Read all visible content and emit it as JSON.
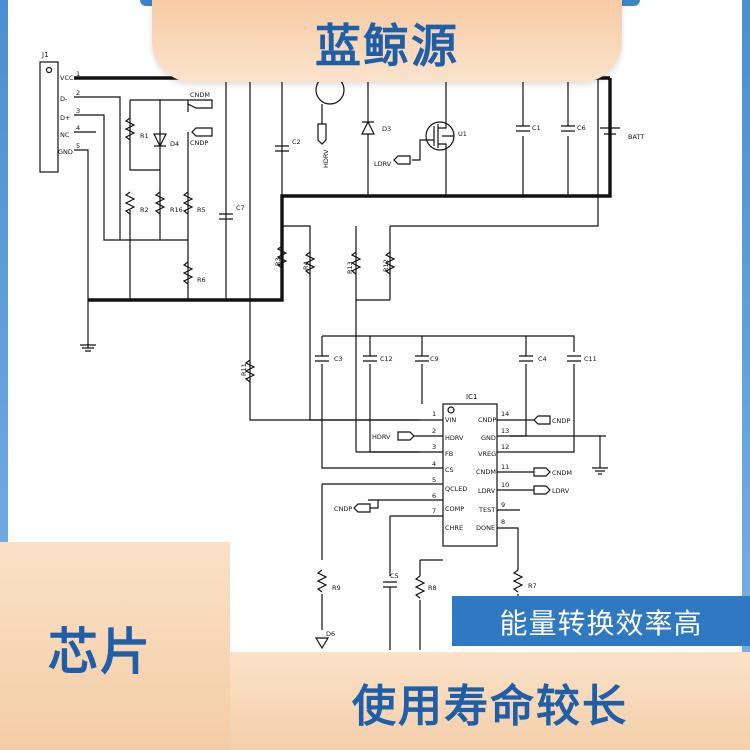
{
  "banner": {
    "title": "蓝鲸源"
  },
  "bottom_left": {
    "label": "芯片"
  },
  "bottom_right": {
    "feature_1": "能量转换效率高",
    "feature_2": "使用寿命较长"
  },
  "schematic": {
    "j1": {
      "ref": "J1",
      "pins": [
        {
          "num": "1",
          "name": "VCC"
        },
        {
          "num": "2",
          "name": "D-"
        },
        {
          "num": "3",
          "name": "D+"
        },
        {
          "num": "4",
          "name": "NC"
        },
        {
          "num": "5",
          "name": "GND"
        }
      ]
    },
    "refs": {
      "r1": "R1",
      "r2": "R2",
      "r3": "R3",
      "r4": "R4",
      "r5": "R5",
      "r6": "R6",
      "r7": "R7",
      "r8": "R8",
      "r9": "R9",
      "r11": "R11",
      "r12": "R12",
      "r13": "R13",
      "r16": "R16",
      "c1": "C1",
      "c2": "C2",
      "c3": "C3",
      "c4": "C4",
      "c5": "C5",
      "c6": "C6",
      "c7": "C7",
      "c9": "C9",
      "c11": "C11",
      "c12": "C12",
      "d3": "D3",
      "d4": "D4",
      "d6": "D6",
      "u1": "U1",
      "batt": "BATT"
    },
    "nets": {
      "cndm": "CNDM",
      "cndp": "CNDP",
      "hdrv": "HDRV",
      "ldrv": "LDRV"
    },
    "ic1": {
      "ref": "IC1",
      "left_pins": [
        {
          "num": "1",
          "name": "VIN"
        },
        {
          "num": "2",
          "name": "HDRV"
        },
        {
          "num": "3",
          "name": "FB"
        },
        {
          "num": "4",
          "name": "CS"
        },
        {
          "num": "5",
          "name": "QCLED"
        },
        {
          "num": "6",
          "name": "COMP"
        },
        {
          "num": "7",
          "name": "CHRE"
        }
      ],
      "right_pins": [
        {
          "num": "14",
          "name": "CNDP"
        },
        {
          "num": "13",
          "name": "GND"
        },
        {
          "num": "12",
          "name": "VREG"
        },
        {
          "num": "11",
          "name": "CNDM"
        },
        {
          "num": "10",
          "name": "LDRV"
        },
        {
          "num": "9",
          "name": "TEST"
        },
        {
          "num": "8",
          "name": "DONE"
        }
      ]
    }
  }
}
